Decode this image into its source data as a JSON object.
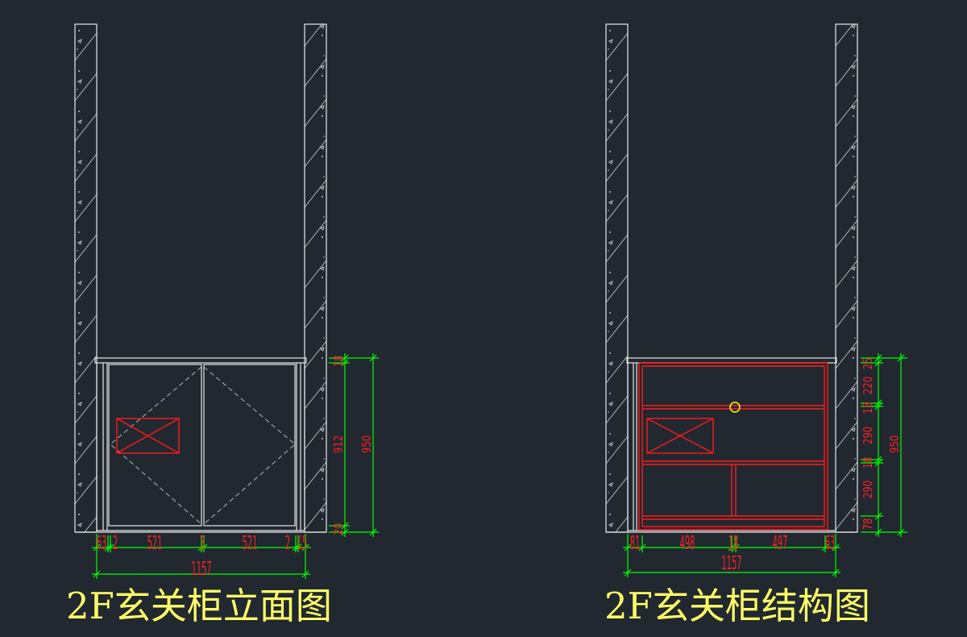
{
  "colors": {
    "background": "#212830",
    "outline": "#e8e8e8",
    "hatch": "#bdbdbd",
    "dimension_line": "#00ff00",
    "dimension_text": "#ff2020",
    "panel_red": "#ff1a1a",
    "title": "#ffff66",
    "handle": "#ffff00"
  },
  "elevation": {
    "title": "2F玄关柜立面图",
    "width_segments": [
      "63",
      "2",
      "521",
      "3",
      "521",
      "2",
      "15"
    ],
    "total_width": "1157",
    "height_segments": [
      "18",
      "912",
      "20"
    ],
    "total_height": "950"
  },
  "structure": {
    "title": "2F玄关柜结构图",
    "width_segments": [
      "81",
      "498",
      "18",
      "497",
      "63"
    ],
    "total_width": "1157",
    "height_segments": [
      "25",
      "220",
      "18",
      "290",
      "18",
      "290",
      "78"
    ],
    "total_height": "950"
  }
}
